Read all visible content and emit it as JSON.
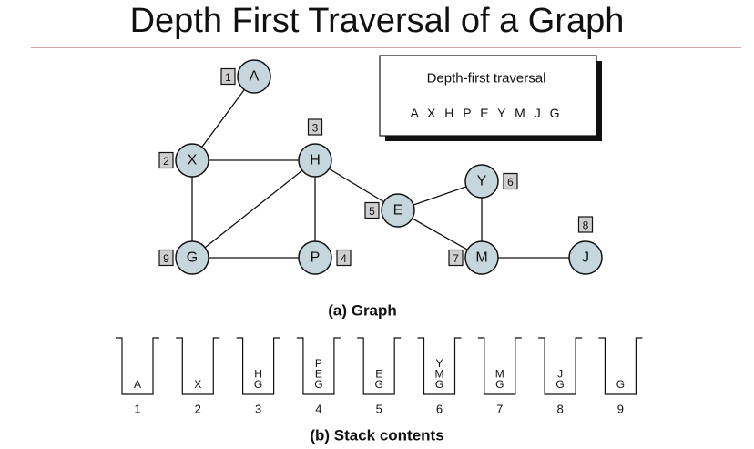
{
  "title": "Depth First Traversal of a Graph",
  "traversal_box": {
    "title": "Depth-first traversal",
    "sequence": "A X H P E Y M J G"
  },
  "graph": {
    "caption": "(a) Graph",
    "nodes": [
      {
        "id": "A",
        "order": "1"
      },
      {
        "id": "X",
        "order": "2"
      },
      {
        "id": "H",
        "order": "3"
      },
      {
        "id": "P",
        "order": "4"
      },
      {
        "id": "E",
        "order": "5"
      },
      {
        "id": "Y",
        "order": "6"
      },
      {
        "id": "M",
        "order": "7"
      },
      {
        "id": "J",
        "order": "8"
      },
      {
        "id": "G",
        "order": "9"
      }
    ],
    "edges": [
      [
        "A",
        "X"
      ],
      [
        "X",
        "H"
      ],
      [
        "X",
        "G"
      ],
      [
        "H",
        "G"
      ],
      [
        "H",
        "P"
      ],
      [
        "H",
        "E"
      ],
      [
        "G",
        "P"
      ],
      [
        "E",
        "Y"
      ],
      [
        "E",
        "M"
      ],
      [
        "Y",
        "M"
      ],
      [
        "M",
        "J"
      ]
    ]
  },
  "stacks": {
    "caption": "(b) Stack contents",
    "items": [
      {
        "step": "1",
        "contents": [
          "A"
        ]
      },
      {
        "step": "2",
        "contents": [
          "X"
        ]
      },
      {
        "step": "3",
        "contents": [
          "H",
          "G"
        ]
      },
      {
        "step": "4",
        "contents": [
          "P",
          "E",
          "G"
        ]
      },
      {
        "step": "5",
        "contents": [
          "E",
          "G"
        ]
      },
      {
        "step": "6",
        "contents": [
          "Y",
          "M",
          "G"
        ]
      },
      {
        "step": "7",
        "contents": [
          "M",
          "G"
        ]
      },
      {
        "step": "8",
        "contents": [
          "J",
          "G"
        ]
      },
      {
        "step": "9",
        "contents": [
          "G"
        ]
      }
    ]
  }
}
